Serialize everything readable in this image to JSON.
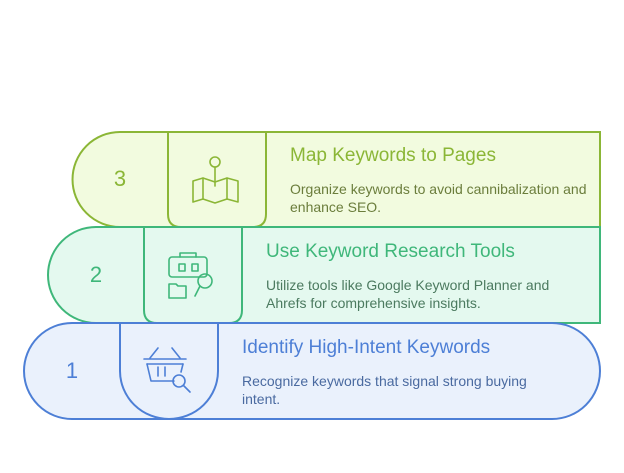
{
  "steps": [
    {
      "number": "1",
      "title": "Identify High-Intent Keywords",
      "description": "Recognize keywords that signal strong buying intent.",
      "icon": "shopping-basket-search-icon",
      "fill": "#eaf1fc",
      "stroke": "#4d7fd6"
    },
    {
      "number": "2",
      "title": "Use Keyword Research Tools",
      "description": "Utilize tools like Google Keyword Planner and Ahrefs for comprehensive insights.",
      "icon": "toolbox-search-icon",
      "fill": "#e4f9ef",
      "stroke": "#3fb77a"
    },
    {
      "number": "3",
      "title": "Map Keywords to Pages",
      "description": "Organize keywords to avoid cannibalization and enhance SEO.",
      "icon": "map-pin-icon",
      "fill": "#f2fbdf",
      "stroke": "#8bb636"
    }
  ]
}
